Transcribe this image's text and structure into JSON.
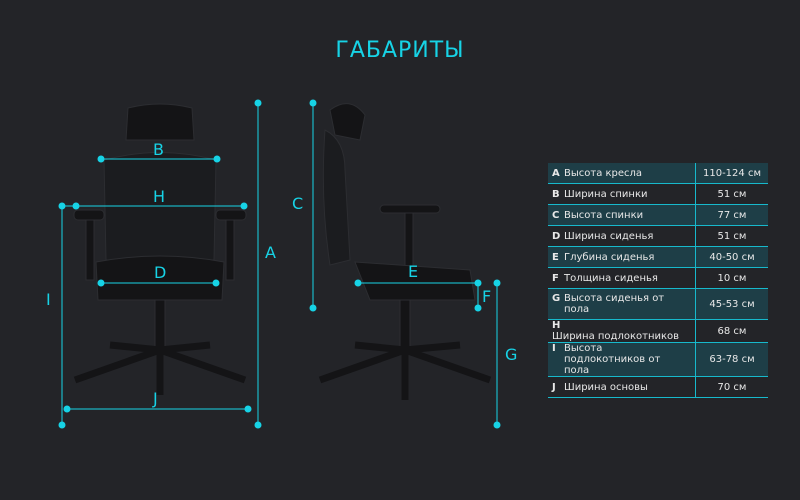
{
  "title": "ГАБАРИТЫ",
  "labels": {
    "A": "A",
    "B": "B",
    "C": "C",
    "D": "D",
    "E": "E",
    "F": "F",
    "G": "G",
    "H": "H",
    "I": "I",
    "J": "J"
  },
  "accent": "#17d3e6",
  "rows": [
    {
      "key": "A",
      "name": "Высота кресла",
      "value": "110-124 см"
    },
    {
      "key": "B",
      "name": "Ширина спинки",
      "value": "51 см"
    },
    {
      "key": "C",
      "name": "Высота спинки",
      "value": "77 см"
    },
    {
      "key": "D",
      "name": "Ширина сиденья",
      "value": "51 см"
    },
    {
      "key": "E",
      "name": "Глубина сиденья",
      "value": "40-50 см"
    },
    {
      "key": "F",
      "name": "Толщина сиденья",
      "value": "10 см"
    },
    {
      "key": "G",
      "name": "Высота сиденья от пола",
      "value": "45-53 см"
    },
    {
      "key": "H",
      "name": "Ширина подлокотников",
      "value": "68 см"
    },
    {
      "key": "I",
      "name": "Высота подлокотников от пола",
      "value": "63-78 см"
    },
    {
      "key": "J",
      "name": "Ширина основы",
      "value": "70 см"
    }
  ]
}
